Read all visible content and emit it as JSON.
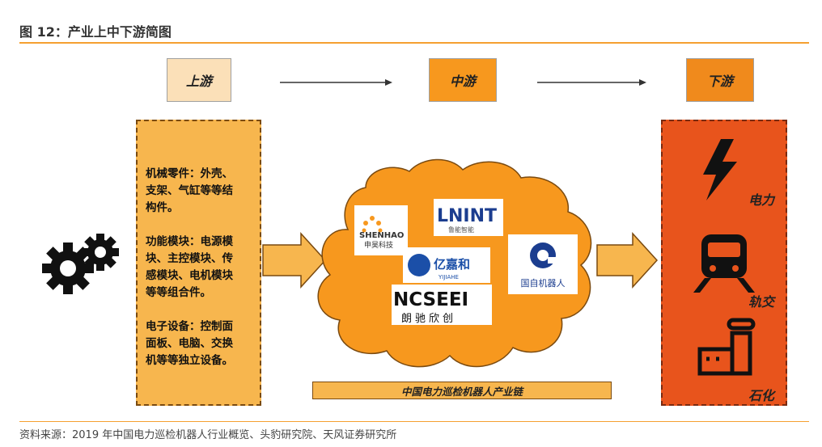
{
  "figure": {
    "title": "图 12：产业上中下游简图"
  },
  "stages": {
    "upstream": "上游",
    "midstream": "中游",
    "downstream": "下游"
  },
  "upstream_box": {
    "p1": "机械零件：外壳、\n支架、气缸等等结\n        构件。",
    "p2": "功能模块：电源模\n块、主控模块、传\n感模块、电机模块\n     等等组合件。",
    "p3": "电子设备：控制面\n面板、电脑、交换\n机等等独立设备。"
  },
  "companies": {
    "shenhao": {
      "name": "SHENHAO",
      "sub": "申昊科技"
    },
    "lnint": {
      "name": "LNINT",
      "sub": "鲁能智能"
    },
    "yijiahe": {
      "name": "亿嘉和",
      "sub": "YIJIAHE"
    },
    "guozi": {
      "name": "国自机器人"
    },
    "ncseei": {
      "name": "NCSEEI",
      "sub": "朗驰欣创"
    }
  },
  "downstream": {
    "power": "电力",
    "rail": "轨交",
    "petro": "石化"
  },
  "chain_label": "中国电力巡检机器人产业链",
  "source": "资料来源：2019 年中国电力巡检机器人行业概览、头豹研究院、天风证券研究所",
  "colors": {
    "accent": "#f5a030",
    "cloud": "#f7981e",
    "down": "#e8541c",
    "upfill": "#f7b64e"
  },
  "icons": [
    "gears-icon",
    "arrow-right-icon",
    "lightning-icon",
    "train-icon",
    "refinery-icon"
  ]
}
